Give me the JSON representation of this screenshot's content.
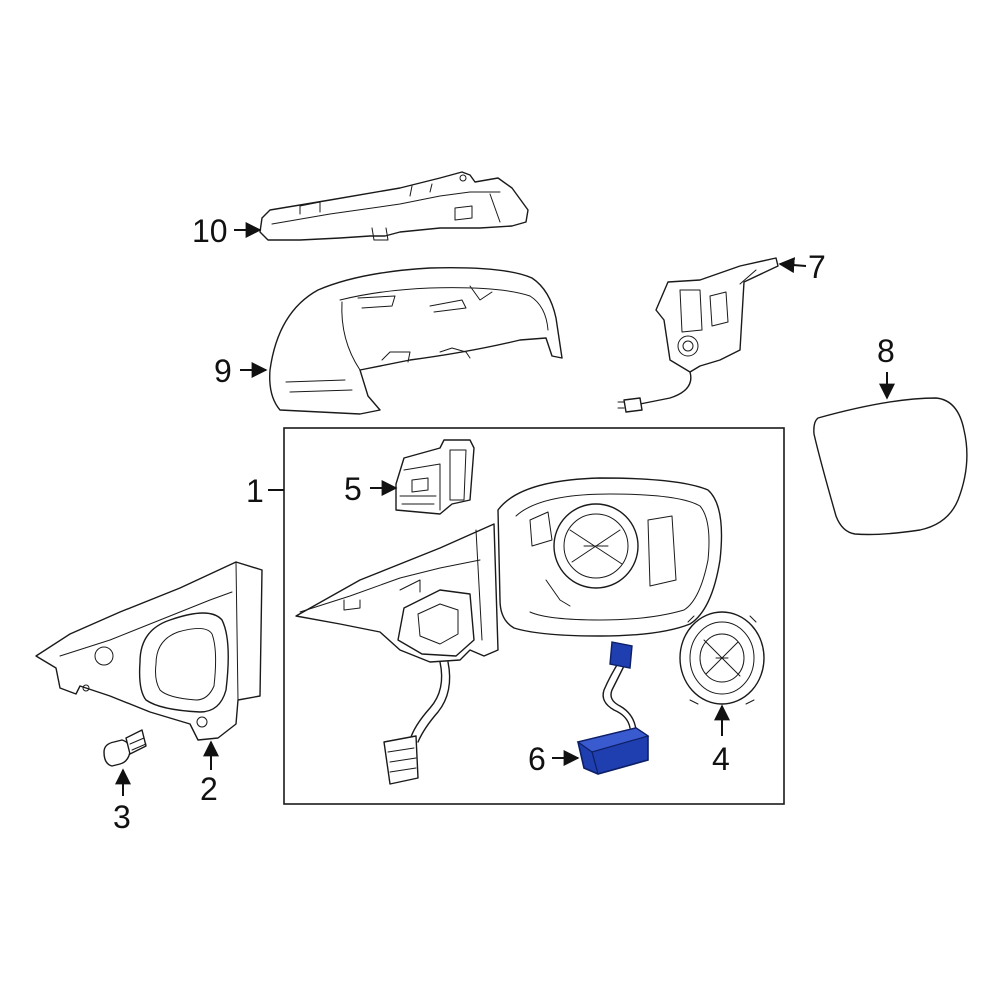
{
  "colors": {
    "line": "#1a1a1a",
    "highlight": "#1f3fb0",
    "highlight_dark": "#0d1f66"
  },
  "callouts": {
    "c1": "1",
    "c2": "2",
    "c3": "3",
    "c4": "4",
    "c5": "5",
    "c6": "6",
    "c7": "7",
    "c8": "8",
    "c9": "9",
    "c10": "10"
  },
  "highlighted_part": "6"
}
